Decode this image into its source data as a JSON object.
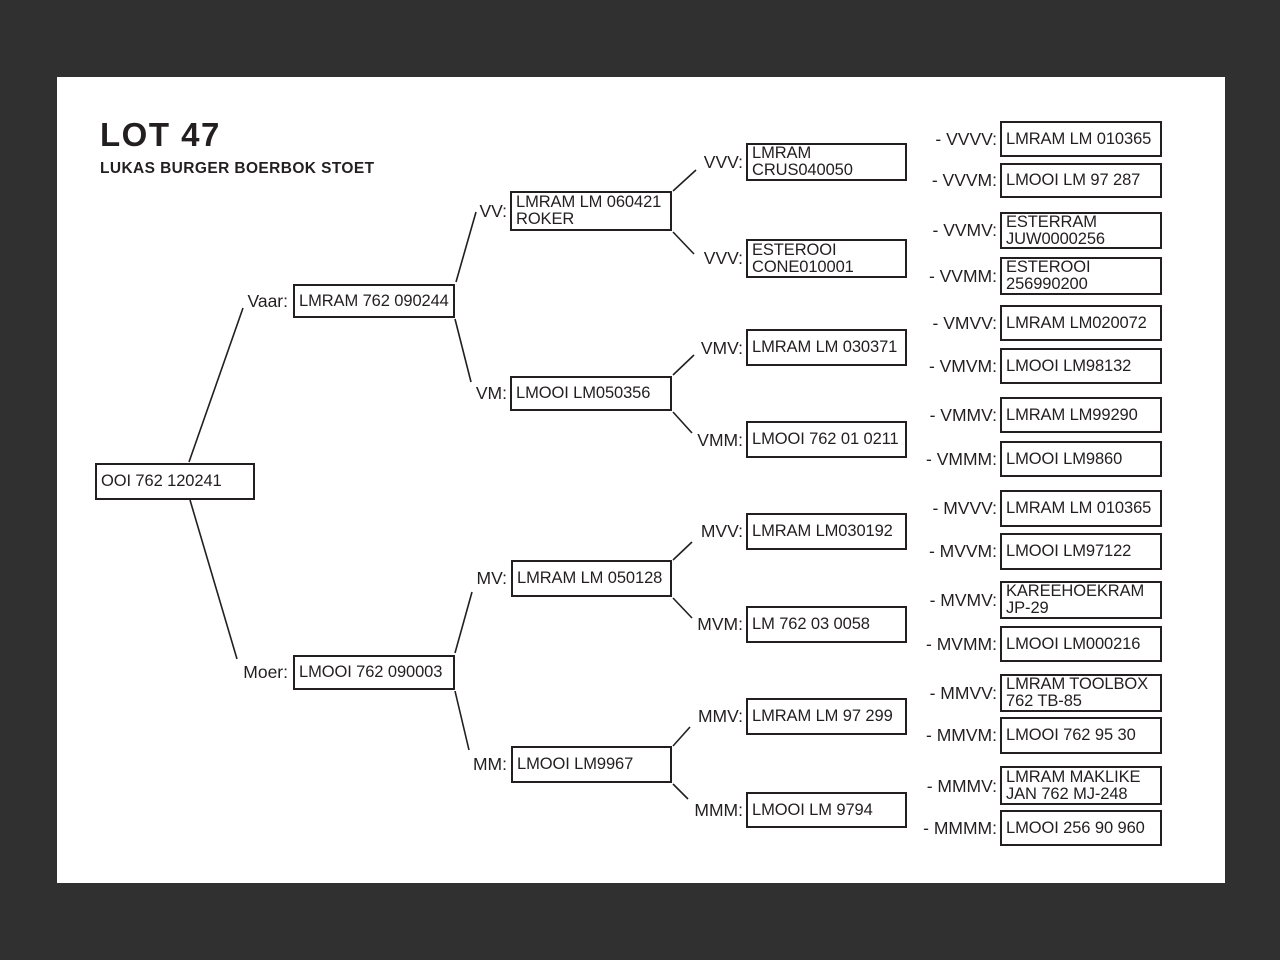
{
  "colors": {
    "surround": "#303030",
    "paper": "#ffffff",
    "ink": "#231f20"
  },
  "header": {
    "title": "LOT 47",
    "subtitle": "LUKAS BURGER BOERBOK STOET"
  },
  "pedigree": {
    "subject": {
      "name": "OOI 762 120241"
    },
    "parents": [
      {
        "label": "Vaar:",
        "name": "LMRAM 762 090244"
      },
      {
        "label": "Moer:",
        "name": "LMOOI 762 090003"
      }
    ],
    "grandparents": [
      {
        "label": "VV:",
        "name": "LMRAM LM 060421\nROKER"
      },
      {
        "label": "VM:",
        "name": "LMOOI LM050356"
      },
      {
        "label": "MV:",
        "name": "LMRAM LM 050128"
      },
      {
        "label": "MM:",
        "name": "LMOOI LM9967"
      }
    ],
    "great_grandparents": [
      {
        "label": "VVV:",
        "name": "LMRAM\nCRUS040050"
      },
      {
        "label": "VVV:",
        "name": "ESTEROOI\nCONE010001"
      },
      {
        "label": "VMV:",
        "name": "LMRAM LM 030371"
      },
      {
        "label": "VMM:",
        "name": "LMOOI 762 01 0211"
      },
      {
        "label": "MVV:",
        "name": "LMRAM LM030192"
      },
      {
        "label": "MVM:",
        "name": "LM 762 03 0058"
      },
      {
        "label": "MMV:",
        "name": "LMRAM LM 97 299"
      },
      {
        "label": "MMM:",
        "name": "LMOOI LM 9794"
      }
    ],
    "great_great_grandparents": [
      {
        "label": "- VVVV:",
        "name": "LMRAM LM 010365"
      },
      {
        "label": "- VVVM:",
        "name": "LMOOI LM 97 287"
      },
      {
        "label": "- VVMV:",
        "name": "ESTERRAM\nJUW0000256"
      },
      {
        "label": "- VVMM:",
        "name": "ESTEROOI\n256990200"
      },
      {
        "label": "- VMVV:",
        "name": "LMRAM LM020072"
      },
      {
        "label": "- VMVM:",
        "name": "LMOOI LM98132"
      },
      {
        "label": "- VMMV:",
        "name": "LMRAM LM99290"
      },
      {
        "label": "- VMMM:",
        "name": "LMOOI LM9860"
      },
      {
        "label": "- MVVV:",
        "name": "LMRAM LM 010365"
      },
      {
        "label": "- MVVM:",
        "name": "LMOOI LM97122"
      },
      {
        "label": "- MVMV:",
        "name": "KAREEHOEKRAM\nJP-29"
      },
      {
        "label": "- MVMM:",
        "name": "LMOOI LM000216"
      },
      {
        "label": "- MMVV:",
        "name": "LMRAM TOOLBOX\n762 TB-85"
      },
      {
        "label": "- MMVM:",
        "name": "LMOOI 762 95 30"
      },
      {
        "label": "- MMMV:",
        "name": "LMRAM MAKLIKE\nJAN 762 MJ-248"
      },
      {
        "label": "- MMMM:",
        "name": "LMOOI 256 90 960"
      }
    ]
  }
}
